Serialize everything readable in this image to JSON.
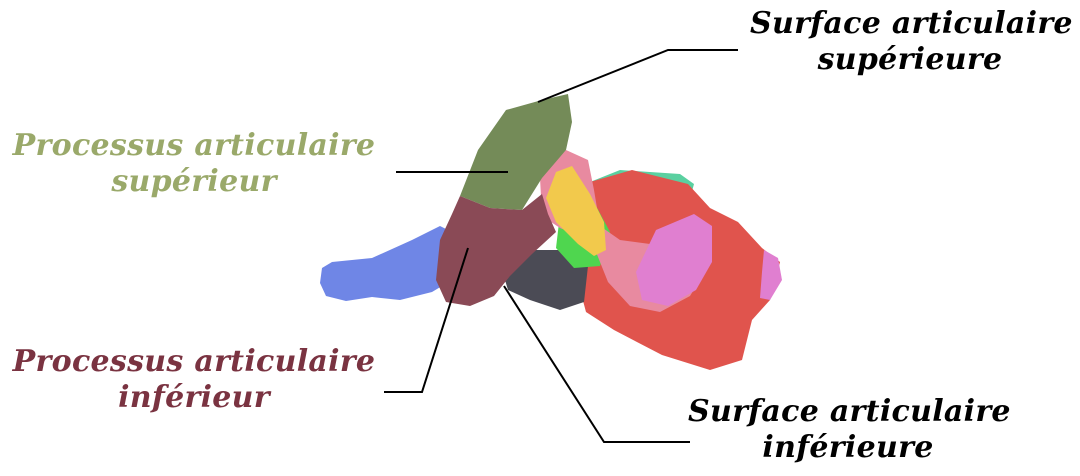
{
  "labels": {
    "surface_sup": {
      "line1": "Surface articulaire",
      "line2": "supérieure",
      "color": "#000000"
    },
    "processus_sup": {
      "line1": "Processus articulaire",
      "line2": "supérieur",
      "color": "#9aa96a"
    },
    "processus_inf": {
      "line1": "Processus articulaire",
      "line2": "inférieur",
      "color": "#7a3341"
    },
    "surface_inf": {
      "line1": "Surface articulaire",
      "line2": "inférieure",
      "color": "#000000"
    }
  },
  "regions": {
    "superior_articular_process": "#748b58",
    "inferior_articular_process": "#8a4a56",
    "superior_articular_surface": "#e88aa0",
    "inferior_articular_surface": "#4b4b55",
    "transverse_process": "#6f86e6",
    "lamina": "#e0544d",
    "spinous_process": "#e07fd0",
    "pedicle": "#4fd64f",
    "facet": "#f2c94c",
    "body_teal": "#5ad0a0"
  }
}
